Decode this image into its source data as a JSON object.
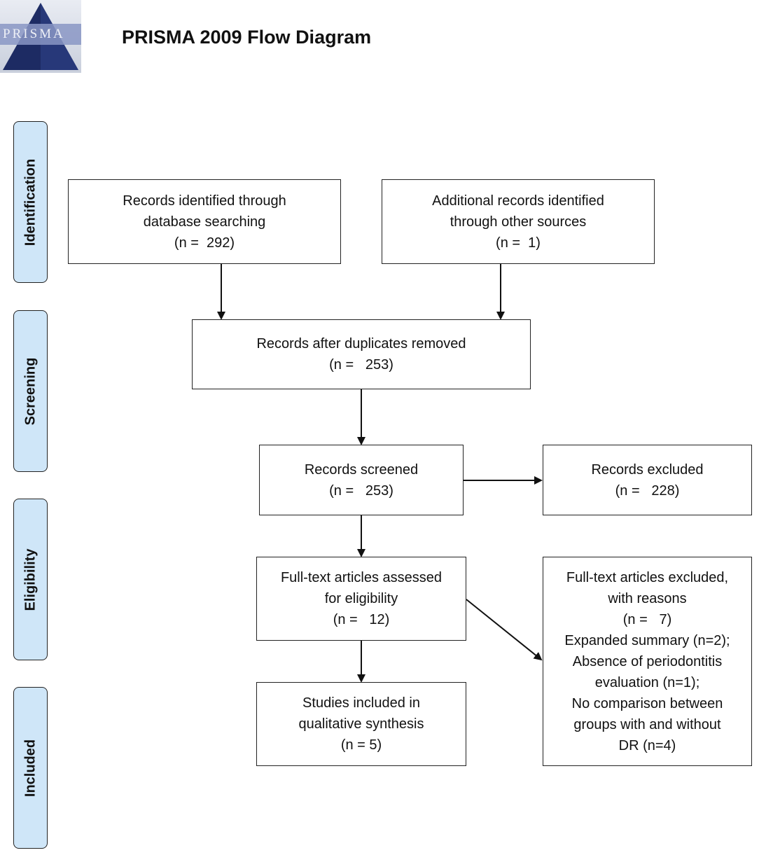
{
  "header": {
    "logo_text": "PRISMA",
    "title": "PRISMA 2009 Flow Diagram"
  },
  "phases": {
    "identification": "Identification",
    "screening": "Screening",
    "eligibility": "Eligibility",
    "included": "Included"
  },
  "boxes": {
    "database": {
      "lines": [
        "Records identified through",
        "database searching",
        "(n =  292)"
      ]
    },
    "other": {
      "lines": [
        "Additional records identified",
        "through other sources",
        "(n =  1)"
      ]
    },
    "duplicates": {
      "lines": [
        "Records after duplicates removed",
        "(n =   253)"
      ]
    },
    "screened": {
      "lines": [
        "Records screened",
        "(n =   253)"
      ]
    },
    "excluded": {
      "lines": [
        "Records excluded",
        "(n =   228)"
      ]
    },
    "fulltext": {
      "lines": [
        "Full-text articles assessed",
        "for eligibility",
        "(n =   12)"
      ]
    },
    "fulltext_excluded": {
      "lines": [
        "Full-text articles excluded,",
        "with reasons",
        "(n =   7)",
        "Expanded summary (n=2);",
        "Absence of periodontitis",
        "evaluation (n=1);",
        "No comparison between",
        "groups with and without",
        "DR (n=4)"
      ]
    },
    "included": {
      "lines": [
        "Studies included in",
        "qualitative synthesis",
        "(n = 5)"
      ]
    }
  }
}
